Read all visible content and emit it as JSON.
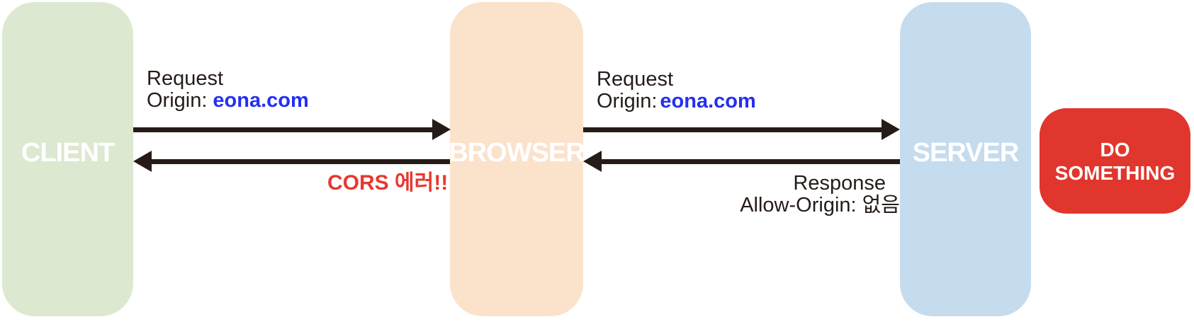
{
  "colors": {
    "client_fill": "#dce9d0",
    "browser_fill": "#fbe2cb",
    "server_fill": "#c5dbee",
    "do_something_fill": "#e1362d",
    "node_text": "#ffffff",
    "ink": "#251c18",
    "link_blue": "#2430f0",
    "error_red": "#e8382f"
  },
  "nodes": {
    "client": {
      "label": "CLIENT"
    },
    "browser": {
      "label": "BROWSER"
    },
    "server": {
      "label": "SERVER"
    },
    "do_something": {
      "line1": "DO",
      "line2": "SOMETHING"
    }
  },
  "messages": {
    "client_to_browser": {
      "line1": "Request",
      "origin_prefix": "Origin:",
      "origin_value": "eona.com"
    },
    "browser_to_client": {
      "label": "CORS 에러!!"
    },
    "browser_to_server": {
      "line1": "Request",
      "origin_prefix": "Origin:",
      "origin_value": "eona.com"
    },
    "server_to_browser": {
      "line1": "Response",
      "line2": "Allow-Origin: 없음"
    }
  }
}
